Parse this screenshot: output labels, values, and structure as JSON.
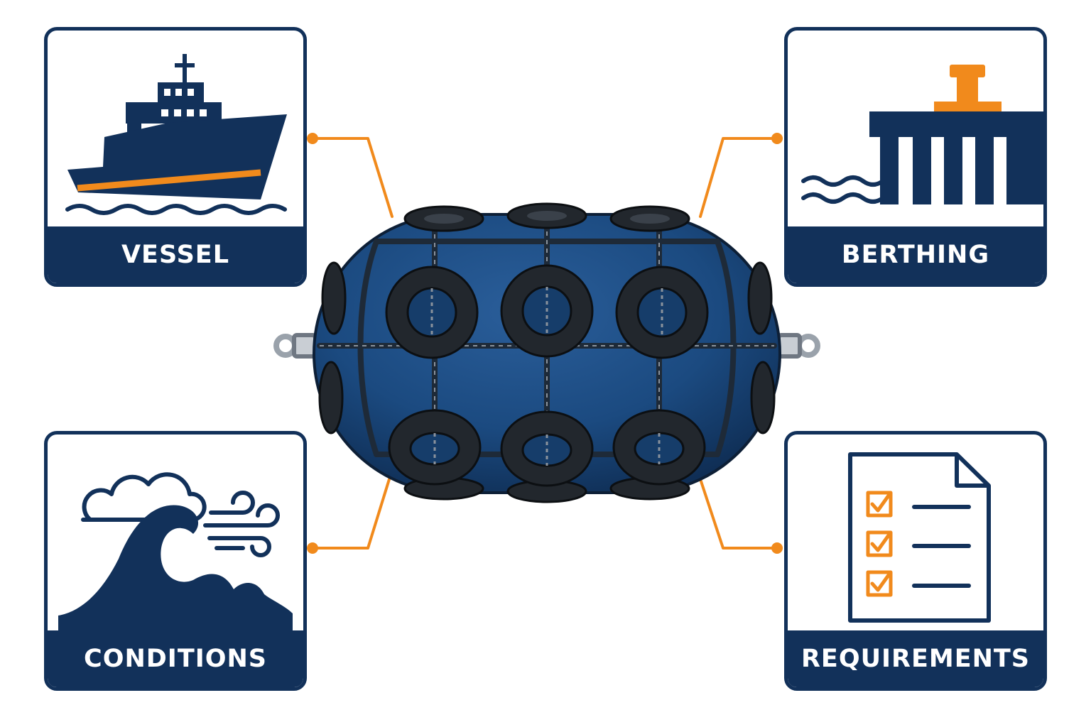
{
  "colors": {
    "navy": "#12315a",
    "orange": "#f18a1c",
    "fender_body": "#1b4a80",
    "tire": "#22272d",
    "chain": "#6f7782",
    "background": "#ffffff"
  },
  "center": {
    "icon": "pneumatic-fender-icon"
  },
  "cards": {
    "vessel": {
      "label": "VESSEL",
      "icon": "ship-icon"
    },
    "berthing": {
      "label": "BERTHING",
      "icon": "pier-bollard-icon"
    },
    "conditions": {
      "label": "CONDITIONS",
      "icon": "wave-wind-cloud-icon"
    },
    "requirements": {
      "label": "REQUIREMENTS",
      "icon": "checklist-document-icon"
    }
  }
}
